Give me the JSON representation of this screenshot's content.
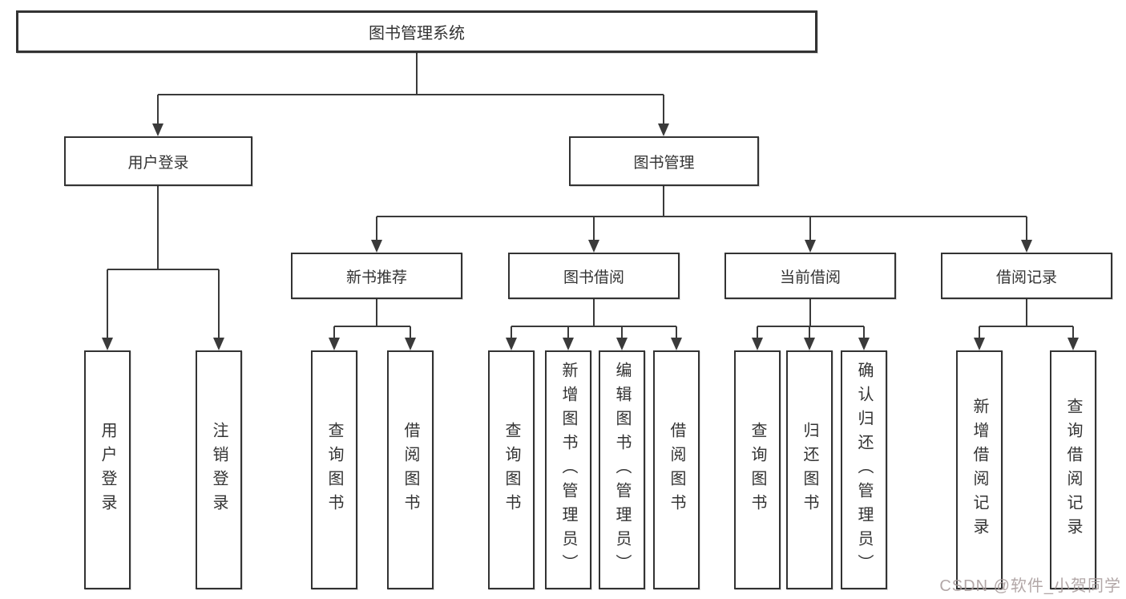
{
  "diagram_title": "图书管理系统",
  "tree": {
    "label": "图书管理系统",
    "children": [
      {
        "label": "用户登录",
        "children": [
          {
            "label": "用户登录"
          },
          {
            "label": "注销登录"
          }
        ]
      },
      {
        "label": "图书管理",
        "children": [
          {
            "label": "新书推荐",
            "children": [
              {
                "label": "查询图书"
              },
              {
                "label": "借阅图书"
              }
            ]
          },
          {
            "label": "图书借阅",
            "children": [
              {
                "label": "查询图书"
              },
              {
                "label": "新增图书（管理员）"
              },
              {
                "label": "编辑图书（管理员）"
              },
              {
                "label": "借阅图书"
              }
            ]
          },
          {
            "label": "当前借阅",
            "children": [
              {
                "label": "查询图书"
              },
              {
                "label": "归还图书"
              },
              {
                "label": "确认归还（管理员）"
              }
            ]
          },
          {
            "label": "借阅记录",
            "children": [
              {
                "label": "新增借阅记录"
              },
              {
                "label": "查询借阅记录"
              }
            ]
          }
        ]
      }
    ]
  },
  "watermark": {
    "text": "CSDN @软件_小贺同学"
  },
  "colors": {
    "line": "#3a3a3a",
    "box_border": "#333333",
    "text": "#333333",
    "watermark": "#b8aeae",
    "background": "#ffffff"
  }
}
